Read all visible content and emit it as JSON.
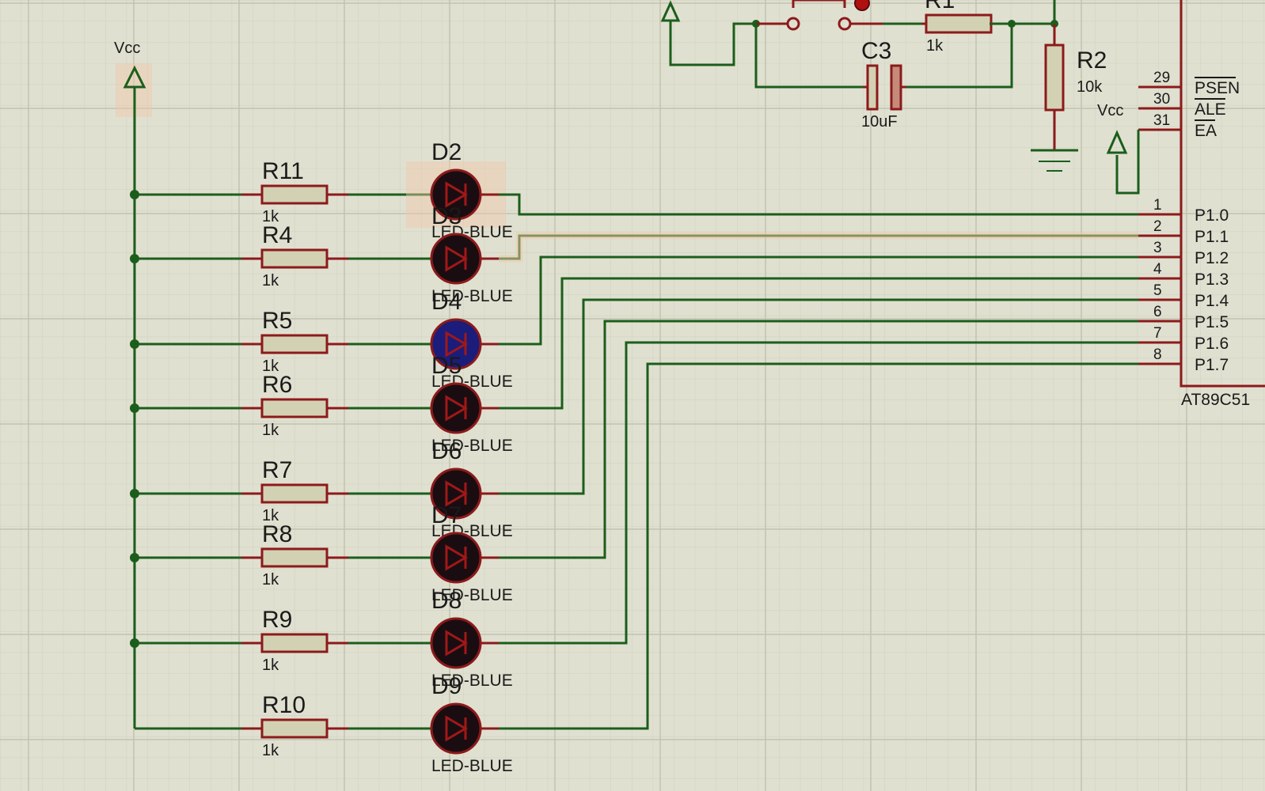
{
  "colors": {
    "background": "#e0e0d1",
    "grid_minor": "#d0d0bf",
    "grid_major": "#c2c2b0",
    "wire": "#1b5e1b",
    "component": "#8c1a1a",
    "resistor_fill": "#d3d1b4",
    "led_fill": "#1a0d12",
    "led_lit_fill": "#1c1c7a",
    "highlight": "#f0c8a8"
  },
  "power": {
    "vcc_left_label": "Vcc",
    "vcc_mcu_label": "Vcc"
  },
  "reset_circuit": {
    "r1_ref": "R1",
    "r1_value": "1k",
    "c3_ref": "C3",
    "c3_value": "10uF",
    "r2_ref": "R2",
    "r2_value": "10k"
  },
  "mcu": {
    "name": "AT89C51",
    "control_pins": [
      {
        "num": "29",
        "label": "PSEN"
      },
      {
        "num": "30",
        "label": "ALE"
      },
      {
        "num": "31",
        "label": "EA"
      }
    ],
    "port_pins": [
      {
        "num": "1",
        "label": "P1.0"
      },
      {
        "num": "2",
        "label": "P1.1"
      },
      {
        "num": "3",
        "label": "P1.2"
      },
      {
        "num": "4",
        "label": "P1.3"
      },
      {
        "num": "5",
        "label": "P1.4"
      },
      {
        "num": "6",
        "label": "P1.5"
      },
      {
        "num": "7",
        "label": "P1.6"
      },
      {
        "num": "8",
        "label": "P1.7"
      }
    ]
  },
  "led_rows": [
    {
      "resistor": "R11",
      "r_value": "1k",
      "led": "D2",
      "led_type": "LED-BLUE",
      "lit": false
    },
    {
      "resistor": "R4",
      "r_value": "1k",
      "led": "D3",
      "led_type": "LED-BLUE",
      "lit": false
    },
    {
      "resistor": "R5",
      "r_value": "1k",
      "led": "D4",
      "led_type": "LED-BLUE",
      "lit": true
    },
    {
      "resistor": "R6",
      "r_value": "1k",
      "led": "D5",
      "led_type": "LED-BLUE",
      "lit": false
    },
    {
      "resistor": "R7",
      "r_value": "1k",
      "led": "D6",
      "led_type": "LED-BLUE",
      "lit": false
    },
    {
      "resistor": "R8",
      "r_value": "1k",
      "led": "D7",
      "led_type": "LED-BLUE",
      "lit": false
    },
    {
      "resistor": "R9",
      "r_value": "1k",
      "led": "D8",
      "led_type": "LED-BLUE",
      "lit": false
    },
    {
      "resistor": "R10",
      "r_value": "1k",
      "led": "D9",
      "led_type": "LED-BLUE",
      "lit": false
    }
  ]
}
